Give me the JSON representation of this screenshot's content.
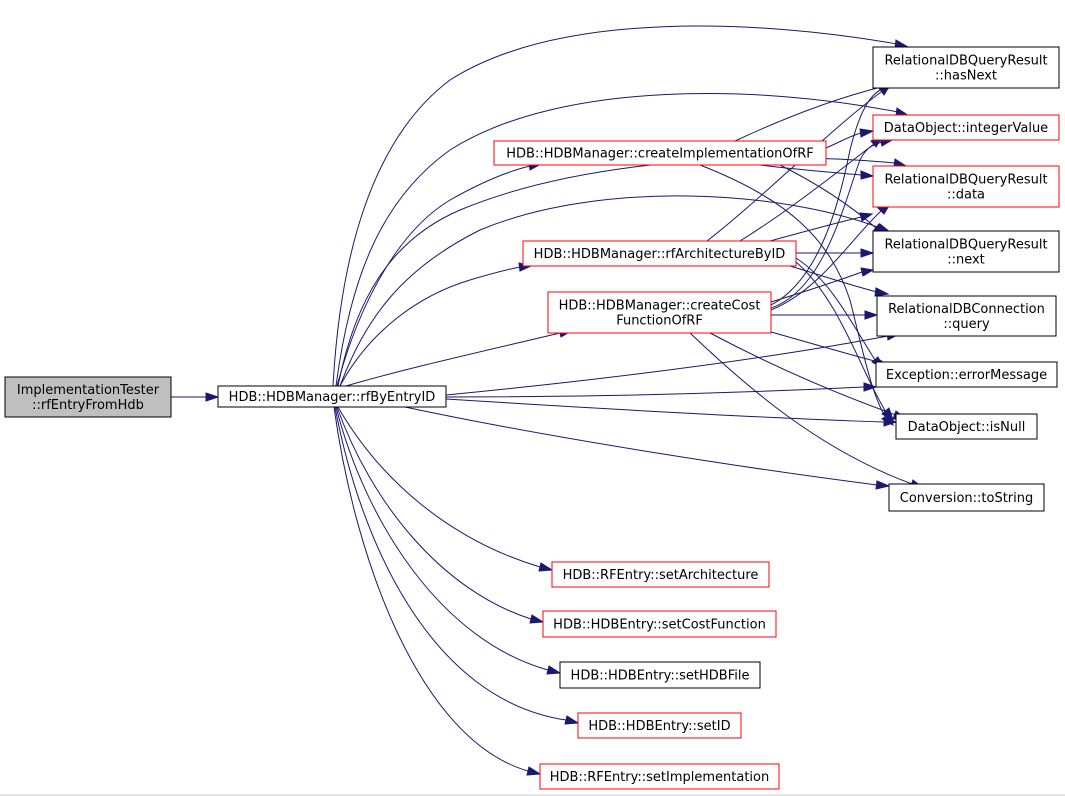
{
  "diagram": {
    "colors": {
      "root_fill": "#bfbfbf",
      "node_fill": "#ffffff",
      "border_default": "#000000",
      "border_truncated": "#ff0000",
      "edge": "#191970"
    },
    "nodes": [
      {
        "id": "root",
        "lines": [
          "ImplementationTester",
          "::rfEntryFromHdb"
        ],
        "style": "root"
      },
      {
        "id": "rfByEntryID",
        "lines": [
          "HDB::HDBManager::rfByEntryID"
        ],
        "style": "default"
      },
      {
        "id": "createImpl",
        "lines": [
          "HDB::HDBManager::createImplementationOfRF"
        ],
        "style": "truncated"
      },
      {
        "id": "rfArch",
        "lines": [
          "HDB::HDBManager::rfArchitectureByID"
        ],
        "style": "truncated"
      },
      {
        "id": "createCost",
        "lines": [
          "HDB::HDBManager::createCost",
          "FunctionOfRF"
        ],
        "style": "truncated"
      },
      {
        "id": "hasNext",
        "lines": [
          "RelationalDBQueryResult",
          "::hasNext"
        ],
        "style": "default"
      },
      {
        "id": "integerValue",
        "lines": [
          "DataObject::integerValue"
        ],
        "style": "truncated"
      },
      {
        "id": "data",
        "lines": [
          "RelationalDBQueryResult",
          "::data"
        ],
        "style": "truncated"
      },
      {
        "id": "next",
        "lines": [
          "RelationalDBQueryResult",
          "::next"
        ],
        "style": "default"
      },
      {
        "id": "query",
        "lines": [
          "RelationalDBConnection",
          "::query"
        ],
        "style": "default"
      },
      {
        "id": "errorMessage",
        "lines": [
          "Exception::errorMessage"
        ],
        "style": "default"
      },
      {
        "id": "isNull",
        "lines": [
          "DataObject::isNull"
        ],
        "style": "default"
      },
      {
        "id": "toString",
        "lines": [
          "Conversion::toString"
        ],
        "style": "default"
      },
      {
        "id": "setArchitecture",
        "lines": [
          "HDB::RFEntry::setArchitecture"
        ],
        "style": "truncated"
      },
      {
        "id": "setCostFunction",
        "lines": [
          "HDB::HDBEntry::setCostFunction"
        ],
        "style": "truncated"
      },
      {
        "id": "setHDBFile",
        "lines": [
          "HDB::HDBEntry::setHDBFile"
        ],
        "style": "default"
      },
      {
        "id": "setID",
        "lines": [
          "HDB::HDBEntry::setID"
        ],
        "style": "truncated"
      },
      {
        "id": "setImplementation",
        "lines": [
          "HDB::RFEntry::setImplementation"
        ],
        "style": "truncated"
      }
    ]
  }
}
